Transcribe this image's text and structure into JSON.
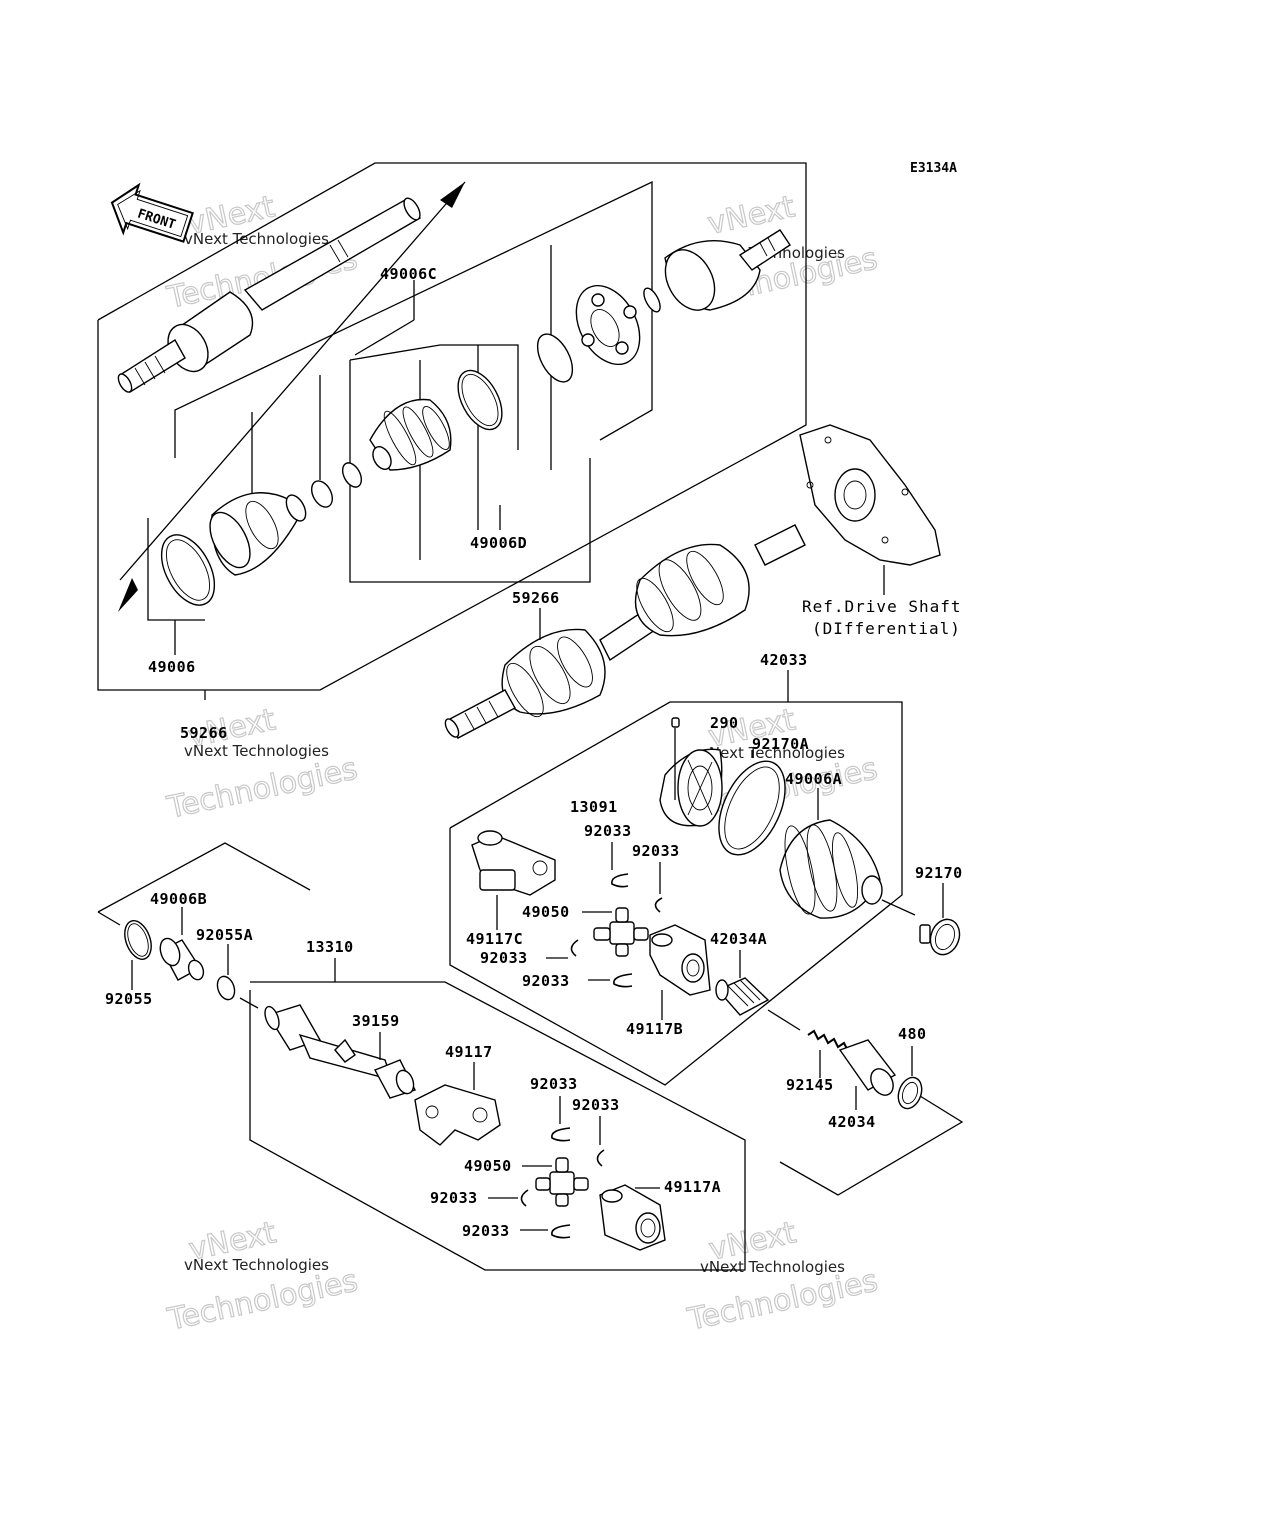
{
  "diagram_code": "E3134A",
  "front_label": "FRONT",
  "reference": {
    "line1": "Ref.Drive Shaft",
    "line2": "(DIfferential)"
  },
  "watermark": {
    "small": "vNext Technologies",
    "big_top": "vNext",
    "big_bottom": "Technologies"
  },
  "parts": {
    "p49006C": "49006C",
    "p49006D": "49006D",
    "p49006": "49006",
    "p59266_assy": "59266",
    "p59266_shaft": "59266",
    "p42033": "42033",
    "p290": "290",
    "p92170A": "92170A",
    "p49006A": "49006A",
    "p13091": "13091",
    "p92033_a": "92033",
    "p92033_b": "92033",
    "p92170": "92170",
    "p49050_a": "49050",
    "p49117C": "49117C",
    "p42034A": "42034A",
    "p92033_c": "92033",
    "p92033_d": "92033",
    "p49117B": "49117B",
    "p49006B": "49006B",
    "p92055A": "92055A",
    "p92055": "92055",
    "p13310": "13310",
    "p39159": "39159",
    "p49117": "49117",
    "p480": "480",
    "p92145": "92145",
    "p42034": "42034",
    "p92033_e": "92033",
    "p92033_f": "92033",
    "p49050_b": "49050",
    "p49117A": "49117A",
    "p92033_g": "92033",
    "p92033_h": "92033"
  }
}
